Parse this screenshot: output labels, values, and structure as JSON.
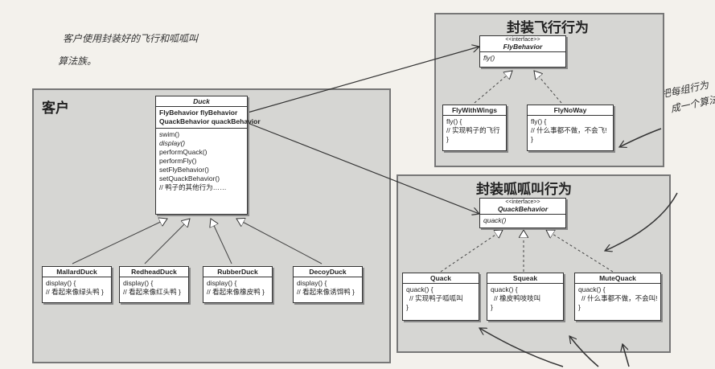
{
  "notes": {
    "top_left": [
      "客户使用封装好的飞行和呱呱叫",
      "算法族。"
    ],
    "right": [
      "把每组行为",
      "成一个算法"
    ]
  },
  "client": {
    "title": "客户",
    "duck": {
      "name": "Duck",
      "fields": [
        "FlyBehavior flyBehavior",
        "QuackBehavior quackBehavior"
      ],
      "methods": [
        "swim()",
        "display()",
        "performQuack()",
        "performFly()",
        "setFlyBehavior()",
        "setQuackBehavior()",
        "// 鸭子的其他行为……"
      ]
    },
    "subclasses": [
      {
        "name": "MallardDuck",
        "l1": "display() {",
        "l2": "// 看起来像绿头鸭 }"
      },
      {
        "name": "RedheadDuck",
        "l1": "display() {",
        "l2": "// 看起来像红头鸭 }"
      },
      {
        "name": "RubberDuck",
        "l1": "display() {",
        "l2": "// 看起来像橡皮鸭 }"
      },
      {
        "name": "DecoyDuck",
        "l1": "display() {",
        "l2": "// 看起来像诱饵鸭 }"
      }
    ]
  },
  "fly": {
    "title": "封装飞行行为",
    "interface": {
      "stereotype": "<<interface>>",
      "name": "FlyBehavior",
      "method": "fly()"
    },
    "impls": [
      {
        "name": "FlyWithWings",
        "l1": "fly() {",
        "l2": "// 实现鸭子的飞行",
        "l3": "}"
      },
      {
        "name": "FlyNoWay",
        "l1": "fly() {",
        "l2": "// 什么事都不做，不会飞!",
        "l3": "}"
      }
    ]
  },
  "quack": {
    "title": "封装呱呱叫行为",
    "interface": {
      "stereotype": "<<interface>>",
      "name": "QuackBehavior",
      "method": "quack()"
    },
    "impls": [
      {
        "name": "Quack",
        "l1": "quack() {",
        "l2": "// 实现鸭子呱呱叫",
        "l3": "}"
      },
      {
        "name": "Squeak",
        "l1": "quack() {",
        "l2": "// 橡皮鸭吱吱叫",
        "l3": "}"
      },
      {
        "name": "MuteQuack",
        "l1": "quack() {",
        "l2": "// 什么事都不做，不会叫!",
        "l3": "}"
      }
    ]
  }
}
